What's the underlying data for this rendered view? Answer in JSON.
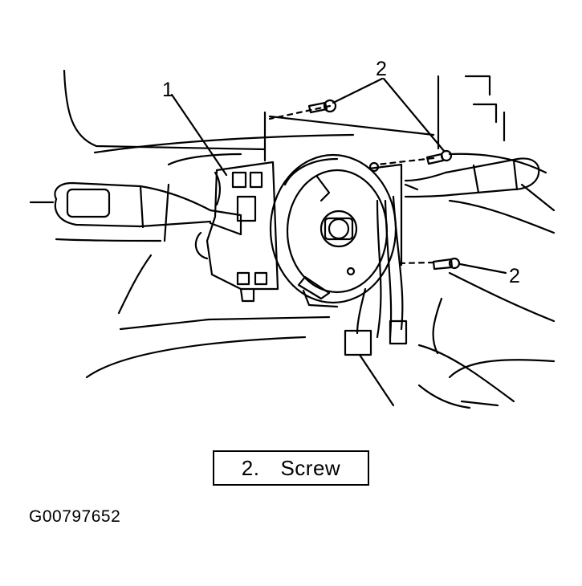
{
  "callouts": {
    "part_1": "1",
    "part_2_top": "2",
    "part_2_right": "2"
  },
  "legend": {
    "number": "2.",
    "label": "Screw"
  },
  "figure_id": "G00797652",
  "colors": {
    "line": "#000000",
    "background": "#ffffff"
  }
}
